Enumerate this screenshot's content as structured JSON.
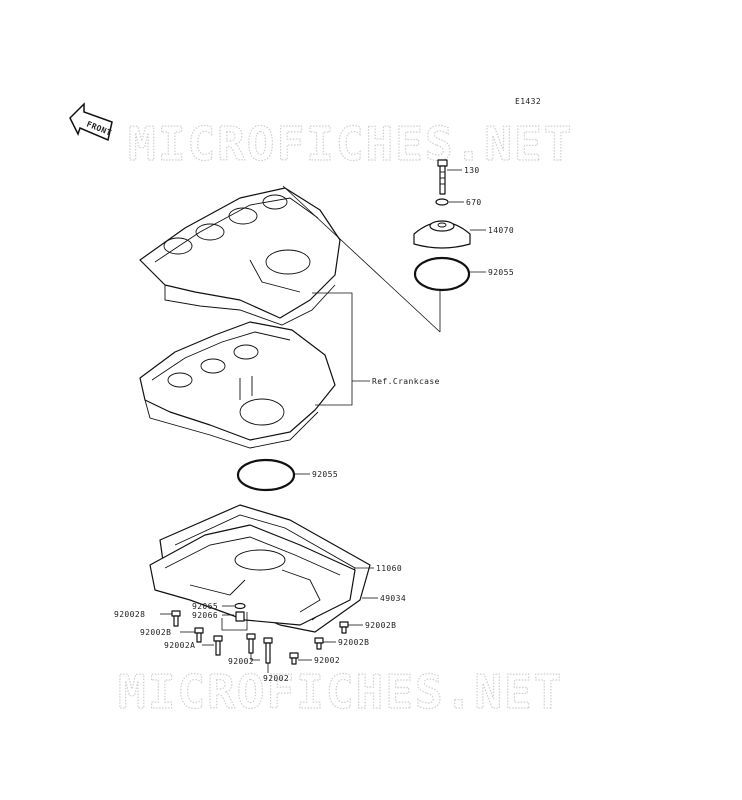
{
  "diagram": {
    "code": "E1432",
    "front_label": "FRONT",
    "watermark": "MICROFICHES.NET",
    "parts": {
      "bolt_top": "130",
      "washer_top": "670",
      "cover": "14070",
      "oring_upper": "92055",
      "ref_crankcase": "Ref.Crankcase",
      "oring_lower": "92055",
      "oil_pan": "11060",
      "gasket": "49034",
      "washer_65": "92065",
      "plug_66": "92066",
      "bolt_28_left": "920028",
      "bolt_2b_left": "92002B",
      "bolt_2a_left": "92002A",
      "bolt_mid": "92002",
      "bolt_bottom": "92002",
      "bolt_2b_right_top": "92002B",
      "bolt_2b_right": "92002B",
      "bolt_right": "92002"
    }
  }
}
